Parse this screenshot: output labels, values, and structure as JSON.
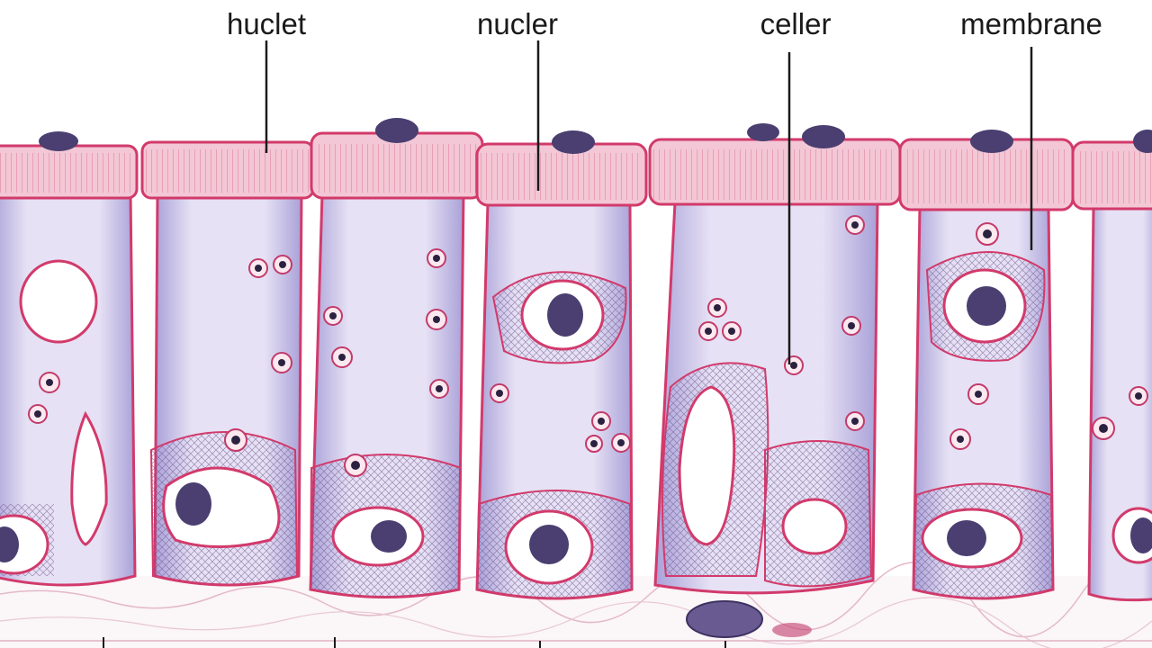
{
  "colors": {
    "membrane": "#d23a6b",
    "cytoplasm": "#ddd4ee",
    "cytoplasm_edge": "#8a84c6",
    "nucleus": "#4a3f70",
    "vacuole": "#ffffff",
    "base": "#f7eef2",
    "line": "#1a1a1a"
  },
  "labels": [
    {
      "text": "huclet"
    },
    {
      "text": "nucler"
    },
    {
      "text": "celler"
    },
    {
      "text": "membrane"
    }
  ]
}
